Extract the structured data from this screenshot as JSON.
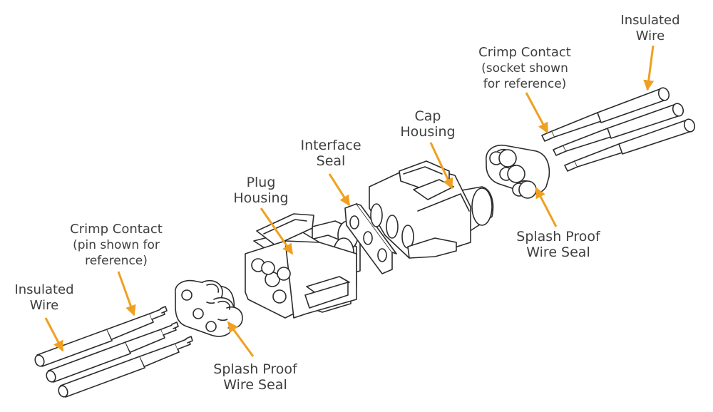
{
  "colors": {
    "arrow": "#F0A020",
    "line": "#2b2b2b",
    "fill": "#ffffff",
    "text": "#3f3f3f"
  },
  "labels": {
    "insulated_wire_left": [
      "Insulated",
      "Wire"
    ],
    "crimp_contact_left": [
      "Crimp Contact",
      "(pin shown for",
      "reference)"
    ],
    "splash_proof_left": [
      "Splash Proof",
      "Wire Seal"
    ],
    "plug_housing": [
      "Plug",
      "Housing"
    ],
    "interface_seal": [
      "Interface",
      "Seal"
    ],
    "cap_housing": [
      "Cap",
      "Housing"
    ],
    "splash_proof_right": [
      "Splash Proof",
      "Wire Seal"
    ],
    "crimp_contact_right": [
      "Crimp Contact",
      "(socket shown",
      "for reference)"
    ],
    "insulated_wire_right": [
      "Insulated",
      "Wire"
    ]
  }
}
